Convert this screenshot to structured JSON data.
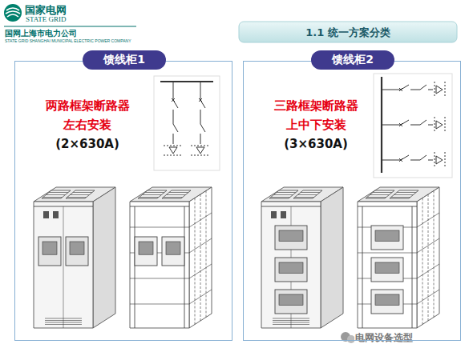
{
  "diagram": {
    "title": "1.1 统一方案分类",
    "nodes": [
      {
        "text": [
          "馈线柜1",
          "两路框架断路器",
          "左右安装",
          "(2×630A)"
        ]
      },
      {
        "text": [
          "馈线柜2",
          "三路框架断路器",
          "上中下安装",
          "(3×630A)"
        ]
      }
    ],
    "labels": [
      "国家电网",
      "STATE GRID",
      "国网上海市电力公司",
      "STATE GRID SHANGHAI MUNICIPAL ELECTRIC POWER COMPANY",
      "电网设备选型"
    ]
  }
}
